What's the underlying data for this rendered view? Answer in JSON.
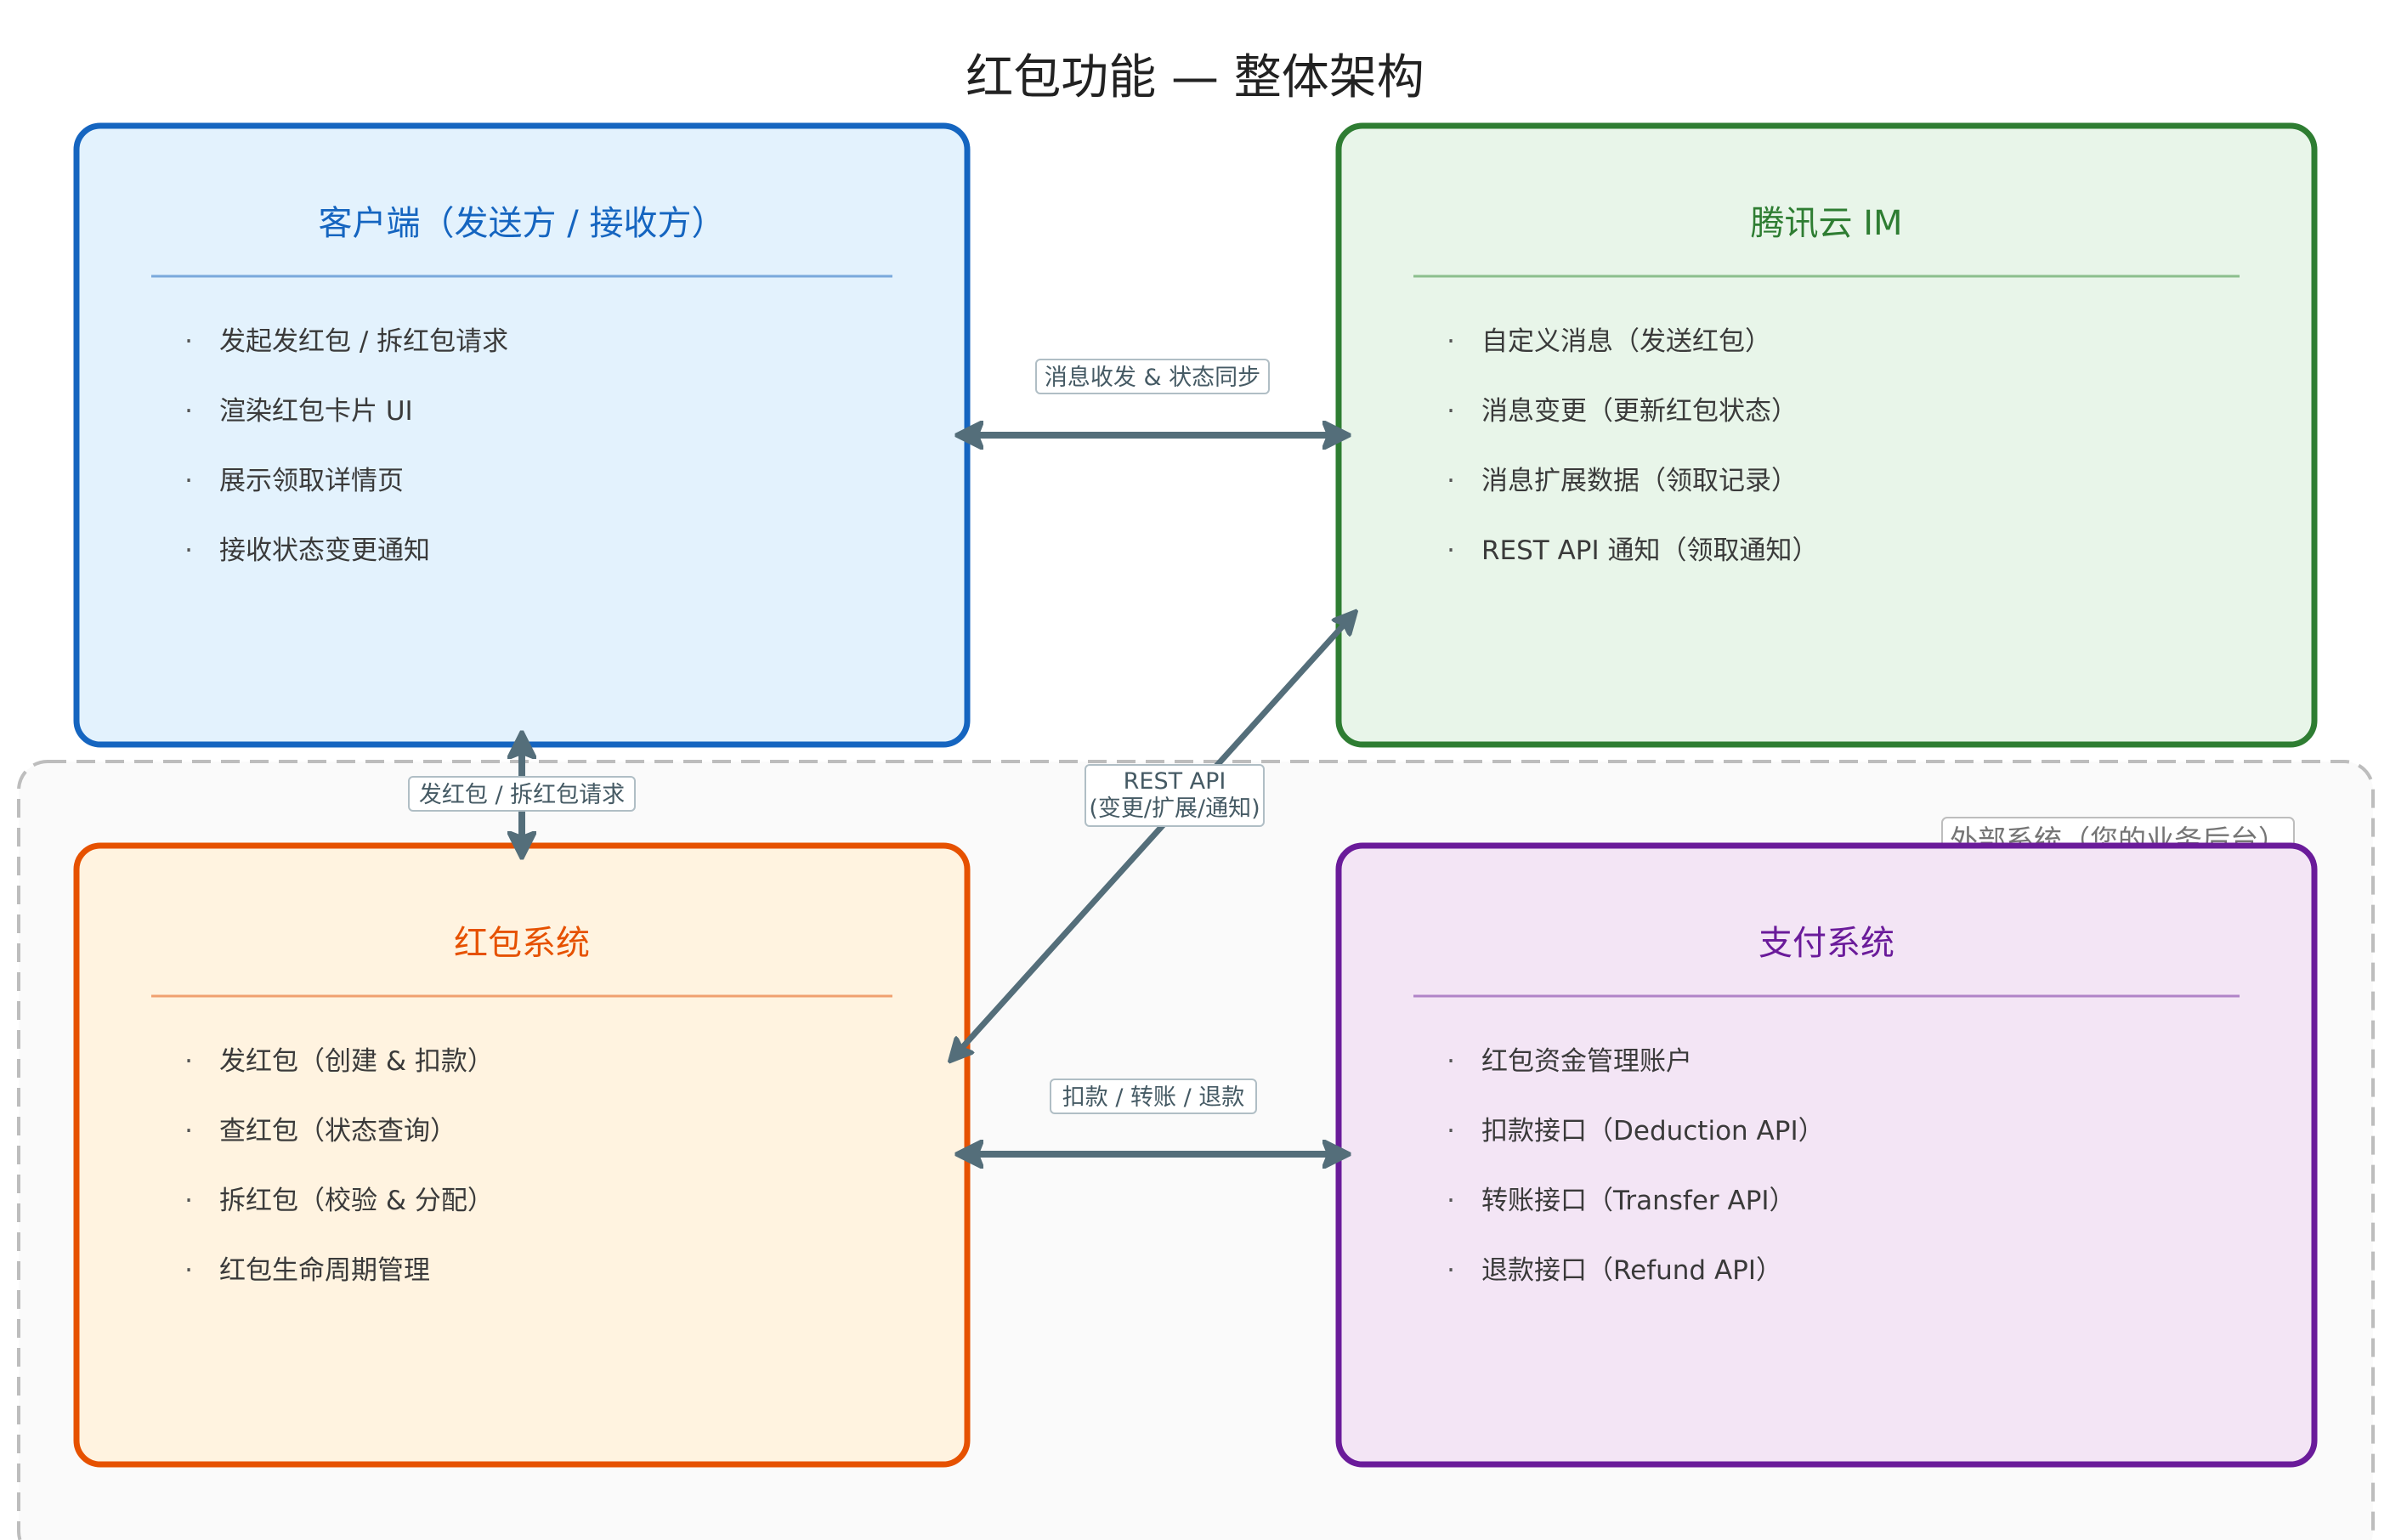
{
  "title": "红包功能 — 整体架构",
  "group": {
    "label": "外部系统（您的业务后台）",
    "border_color": "#bdbdbd",
    "fill_color": "#fafafa"
  },
  "boxes": [
    {
      "id": "client",
      "title": "客户端（发送方 / 接收方）",
      "border_color": "#1565c0",
      "fill_color": "#e3f2fd",
      "divider_color": "#7aa9dc",
      "title_color": "#1565c0",
      "items": [
        "发起发红包 / 拆红包请求",
        "渲染红包卡片 UI",
        "展示领取详情页",
        "接收状态变更通知"
      ]
    },
    {
      "id": "tencent-im",
      "title": "腾讯云 IM",
      "border_color": "#2e7d32",
      "fill_color": "#e8f5e9",
      "divider_color": "#8bbf8d",
      "title_color": "#2e7d32",
      "items": [
        "自定义消息（发送红包）",
        "消息变更（更新红包状态）",
        "消息扩展数据（领取记录）",
        "REST API 通知（领取通知）"
      ]
    },
    {
      "id": "red-packet-system",
      "title": "红包系统",
      "border_color": "#e65100",
      "fill_color": "#fff3e0",
      "divider_color": "#f0a070",
      "title_color": "#e65100",
      "items": [
        "发红包（创建 & 扣款）",
        "查红包（状态查询）",
        "拆红包（校验 & 分配）",
        "红包生命周期管理"
      ]
    },
    {
      "id": "payment-system",
      "title": "支付系统",
      "border_color": "#6a1b9a",
      "fill_color": "#f3e5f5",
      "divider_color": "#b084c8",
      "title_color": "#6a1b9a",
      "items": [
        "红包资金管理账户",
        "扣款接口（Deduction API）",
        "转账接口（Transfer API）",
        "退款接口（Refund API）"
      ]
    }
  ],
  "bullet": "·",
  "edges": [
    {
      "id": "client-im",
      "from": "client",
      "to": "tencent-im",
      "direction": "both",
      "label_lines": [
        "消息收发 & 状态同步"
      ]
    },
    {
      "id": "client-redpacket",
      "from": "client",
      "to": "red-packet-system",
      "direction": "both",
      "label_lines": [
        "发红包 / 拆红包请求"
      ]
    },
    {
      "id": "redpacket-im",
      "from": "red-packet-system",
      "to": "tencent-im",
      "direction": "both",
      "label_lines": [
        "REST API",
        "(变更/扩展/通知)"
      ]
    },
    {
      "id": "redpacket-payment",
      "from": "red-packet-system",
      "to": "payment-system",
      "direction": "both",
      "label_lines": [
        "扣款 / 转账 / 退款"
      ]
    }
  ],
  "edge_color": "#546e7a"
}
